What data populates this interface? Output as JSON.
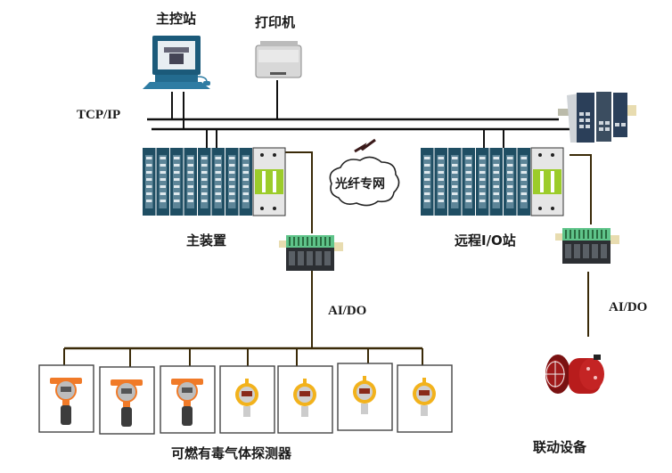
{
  "diagram": {
    "network_label": "TCP/IP",
    "master_station": {
      "label": "主控站",
      "icon": "computer-icon"
    },
    "printer": {
      "label": "打印机",
      "icon": "printer-icon"
    },
    "switch": {
      "icon": "industrial-switch-icon"
    },
    "main_device": {
      "label": "主装置",
      "icon": "plc-rack-icon"
    },
    "fiber_network": {
      "label": "光纤专网",
      "icon": "cloud-icon"
    },
    "remote_io": {
      "label": "远程I/O站",
      "icon": "plc-rack-icon"
    },
    "signal_left": {
      "label": "AI/DO",
      "icon": "isolator-module-icon"
    },
    "signal_right": {
      "label": "AI/DO",
      "icon": "isolator-module-icon"
    },
    "detectors": {
      "label": "可燃有毒气体探测器",
      "items": [
        {
          "type": "orange-detector"
        },
        {
          "type": "orange-detector"
        },
        {
          "type": "orange-detector"
        },
        {
          "type": "yellow-detector"
        },
        {
          "type": "yellow-detector"
        },
        {
          "type": "yellow-detector"
        },
        {
          "type": "yellow-detector"
        }
      ]
    },
    "linkage": {
      "label": "联动设备",
      "icon": "alarm-beacon-icon"
    },
    "colors": {
      "bus_line": "#111111",
      "signal_line": "#3a2a08",
      "rack_blue": "#1f4e63",
      "rack_green": "#9ccc2a",
      "detector_orange": "#f07a28",
      "detector_yellow": "#f2b21c",
      "beacon_red": "#b01818",
      "module_green": "#5fc48a"
    }
  }
}
